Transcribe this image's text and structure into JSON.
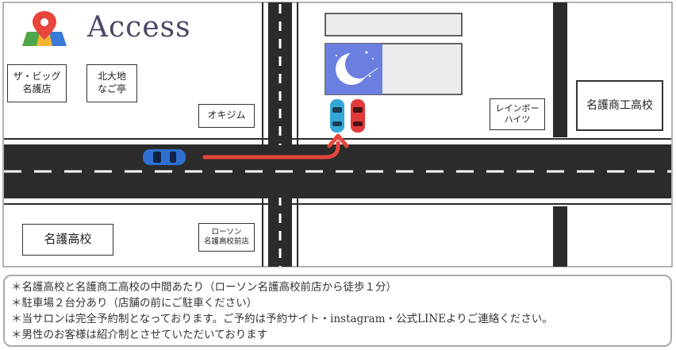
{
  "header": {
    "title": "Access",
    "pin_icon": "map-pin-icon"
  },
  "landmarks": {
    "big_store": "ザ・ビッグ\n名護店",
    "kitadaichi": "北大地\nなご亭",
    "okigym": "オキジム",
    "rainbow_heights": "レインボー\nハイツ",
    "nago_commercial_hs": "名護商工高校",
    "nago_hs": "名護高校",
    "lawson": "ローソン\n名護高校前店"
  },
  "salon": {
    "logo_icon": "moon-logo-icon"
  },
  "notes": [
    "＊名護高校と名護商工高校の中間あたり（ローソン名護高校前店から徒歩１分）",
    "＊駐車場２台分あり（店舗の前にご駐車ください）",
    "＊当サロンは完全予約制となっております。ご予約は予約サイト・instagram・公式LINEよりご連絡ください。",
    "＊男性のお客様は紹介制とさせていただいております"
  ],
  "colors": {
    "road": "#2b2b2b",
    "route_arrow": "#e8453c",
    "car_blue": "#2f6fd0",
    "car_cyan": "#33a8d8",
    "car_red": "#e03a3a",
    "logo_bg": "#6b7fe0",
    "building_fill": "#ececef"
  }
}
